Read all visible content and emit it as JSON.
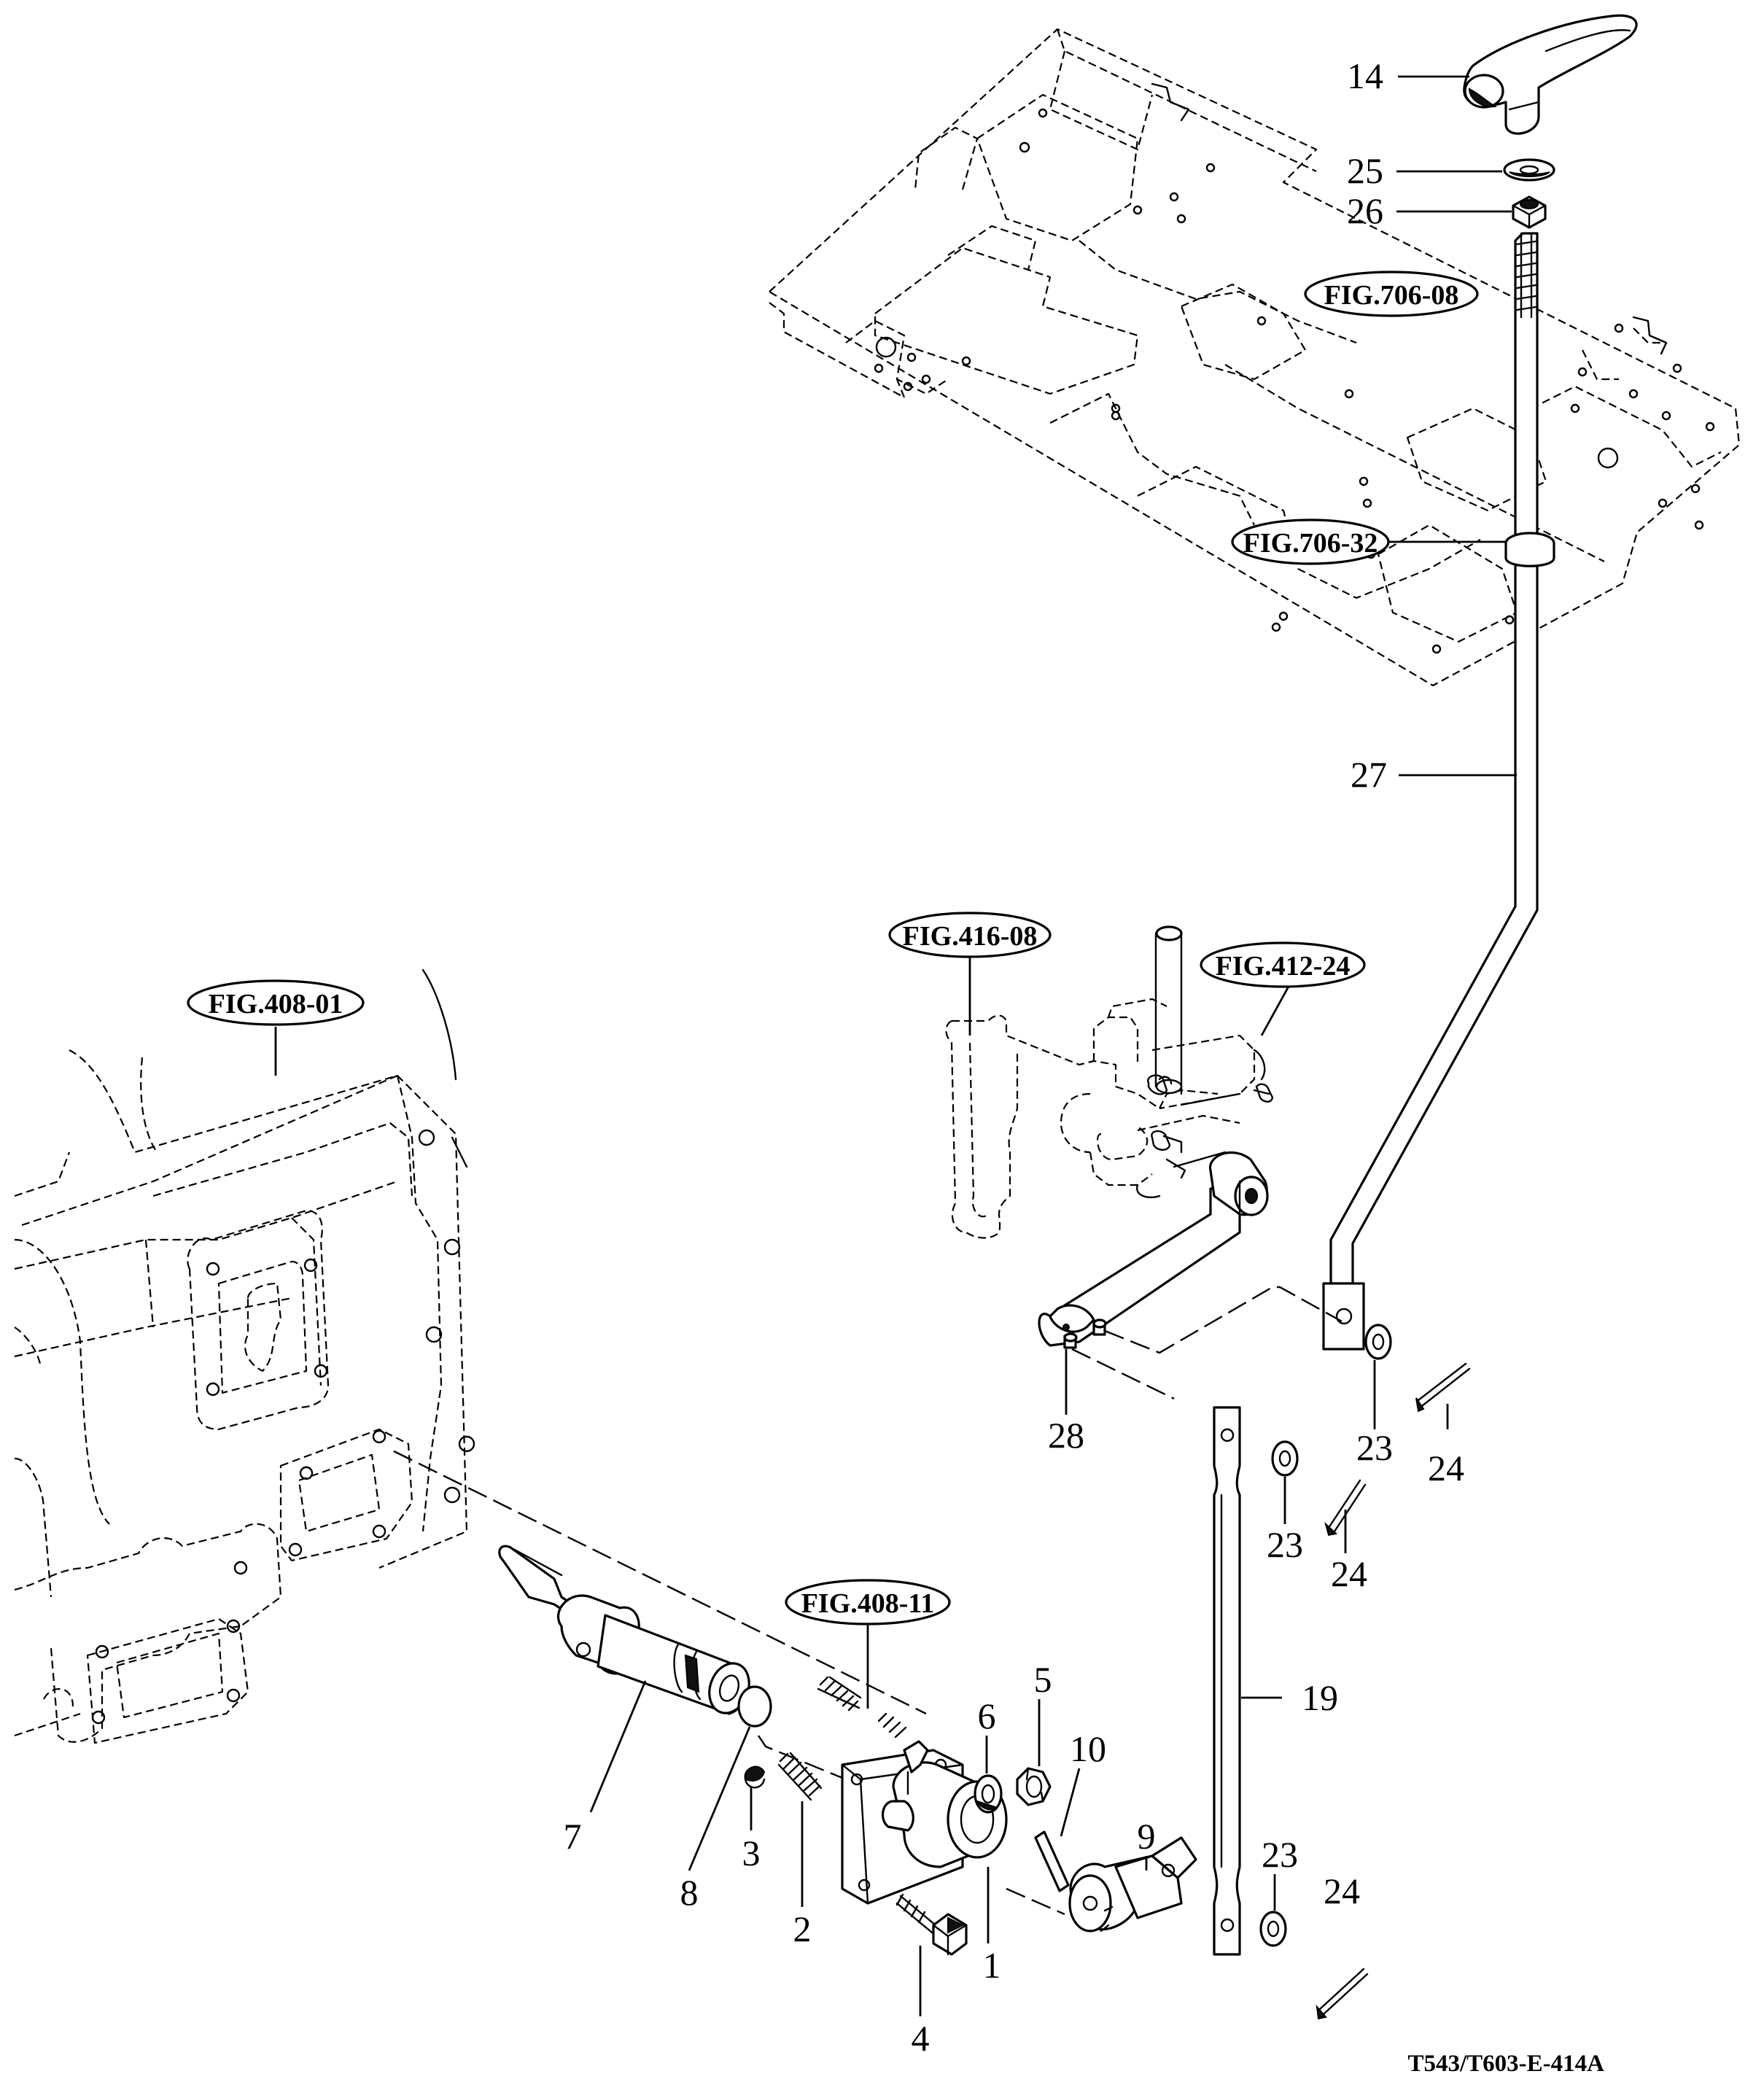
{
  "figure_refs": {
    "fig_706_08": "FIG.706-08",
    "fig_706_32": "FIG.706-32",
    "fig_416_08": "FIG.416-08",
    "fig_412_24": "FIG.412-24",
    "fig_408_01": "FIG.408-01",
    "fig_408_11": "FIG.408-11"
  },
  "callouts": {
    "c14": "14",
    "c25": "25",
    "c26": "26",
    "c27": "27",
    "c28": "28",
    "c23a": "23",
    "c24a": "24",
    "c23b": "23",
    "c24b": "24",
    "c19": "19",
    "c23c": "23",
    "c24c": "24",
    "c6": "6",
    "c5": "5",
    "c10": "10",
    "c9": "9",
    "c7": "7",
    "c8": "8",
    "c3": "3",
    "c2": "2",
    "c1": "1",
    "c4": "4"
  },
  "drawing_id": "T543/T603-E-414A"
}
